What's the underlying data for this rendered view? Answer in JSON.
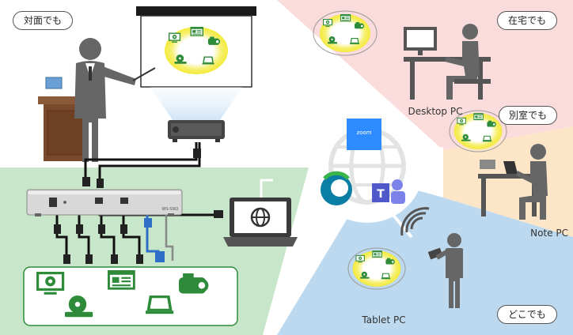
{
  "labels": {
    "in_person": "対面でも",
    "at_home": "在宅でも",
    "separate_room": "別室でも",
    "anywhere": "どこでも",
    "desktop_pc": "Desktop PC",
    "note_pc": "Note PC",
    "tablet_pc": "Tablet PC",
    "zoom": "zoom",
    "switcher_model": "WS-SW2"
  },
  "colors": {
    "in_person_zone": "#c8e6c9",
    "home_zone": "#fadcdc",
    "room_zone": "#fde6c8",
    "anywhere_zone": "#bcd9ef",
    "device_green": "#2e8b3a",
    "zoom_blue": "#2d8cff",
    "teams_purple": "#5059c9",
    "webex_teal": "#0a7ea4",
    "halo_yellow": "#f3ea3c"
  }
}
